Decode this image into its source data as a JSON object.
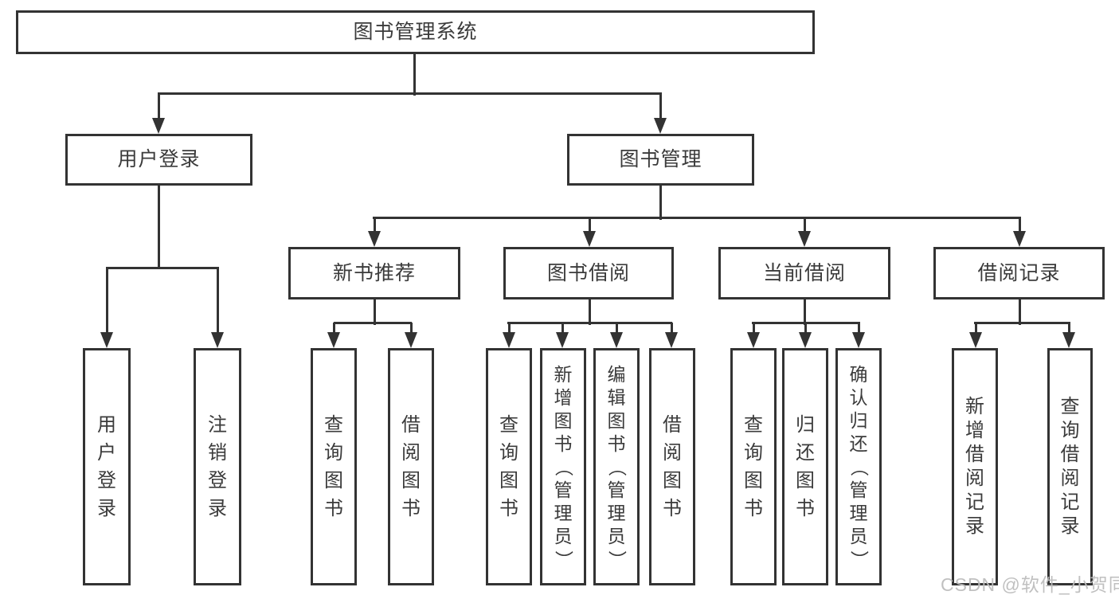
{
  "tree": {
    "root": "图书管理系统",
    "branches": [
      {
        "label": "用户登录",
        "children": [
          "用户登录",
          "注销登录"
        ]
      },
      {
        "label": "图书管理",
        "groups": [
          {
            "label": "新书推荐",
            "children": [
              "查询图书",
              "借阅图书"
            ]
          },
          {
            "label": "图书借阅",
            "children": [
              "查询图书",
              "新增图书（管理员）",
              "编辑图书（管理员）",
              "借阅图书"
            ]
          },
          {
            "label": "当前借阅",
            "children": [
              "查询图书",
              "归还图书",
              "确认归还（管理员）"
            ]
          },
          {
            "label": "借阅记录",
            "children": [
              "新增借阅记录",
              "查询借阅记录"
            ]
          }
        ]
      }
    ]
  },
  "watermark": "CSDN @软件_小贺同学",
  "colors": {
    "line": "#333333",
    "text": "#3b3b3b",
    "background": "#ffffff",
    "watermark": "#bdbdbd"
  }
}
